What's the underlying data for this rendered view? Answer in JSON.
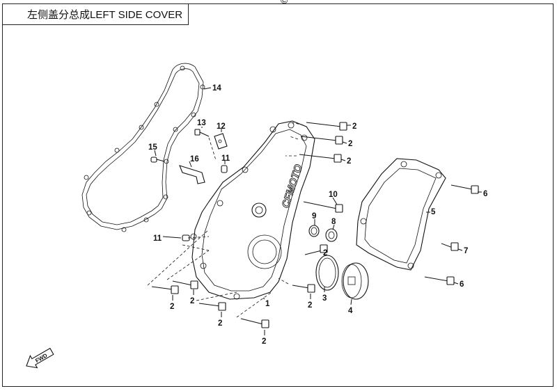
{
  "header": {
    "title": "左侧盖分总成LEFT SIDE COVER",
    "copyright_symbol": "©"
  },
  "callouts": [
    {
      "id": "c14",
      "label": "14"
    },
    {
      "id": "c13",
      "label": "13"
    },
    {
      "id": "c12",
      "label": "12"
    },
    {
      "id": "c15",
      "label": "15"
    },
    {
      "id": "c16",
      "label": "16"
    },
    {
      "id": "c11a",
      "label": "11"
    },
    {
      "id": "c11b",
      "label": "11"
    },
    {
      "id": "c2a",
      "label": "2"
    },
    {
      "id": "c2b",
      "label": "2"
    },
    {
      "id": "c2c",
      "label": "2"
    },
    {
      "id": "c10",
      "label": "10"
    },
    {
      "id": "c9",
      "label": "9"
    },
    {
      "id": "c8",
      "label": "8"
    },
    {
      "id": "c1",
      "label": "1"
    },
    {
      "id": "c2d",
      "label": "2"
    },
    {
      "id": "c2e",
      "label": "2"
    },
    {
      "id": "c2f",
      "label": "2"
    },
    {
      "id": "c2g",
      "label": "2"
    },
    {
      "id": "c2h",
      "label": "2"
    },
    {
      "id": "c2i",
      "label": "2"
    },
    {
      "id": "c3",
      "label": "3"
    },
    {
      "id": "c4",
      "label": "4"
    },
    {
      "id": "c5",
      "label": "5"
    },
    {
      "id": "c6a",
      "label": "6"
    },
    {
      "id": "c7",
      "label": "7"
    },
    {
      "id": "c6b",
      "label": "6"
    }
  ],
  "cover_logo": "CFMOTO",
  "fwd_arrow": "FWD"
}
